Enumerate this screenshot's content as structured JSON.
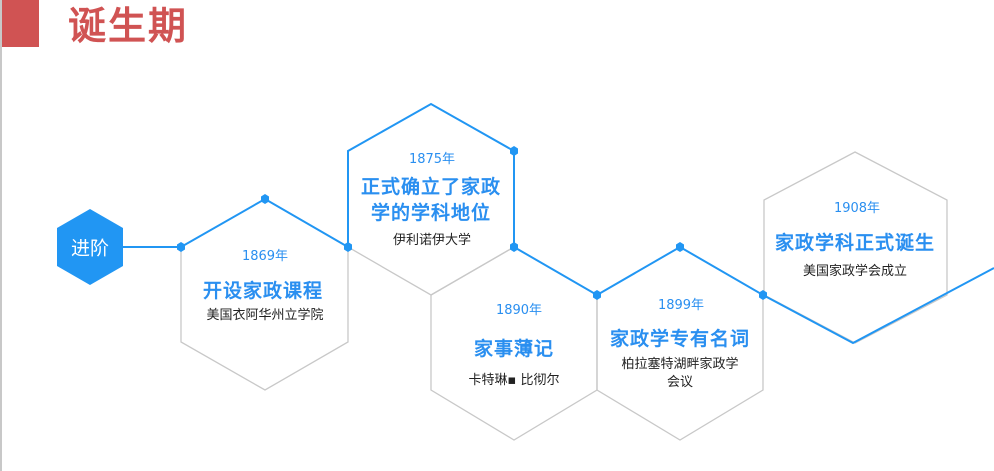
{
  "title": "诞生期",
  "start_label": "进阶",
  "colors": {
    "accent": "#2196f3",
    "title": "#d05353",
    "outline": "#c8c8c8"
  },
  "events": [
    {
      "year": "1869年",
      "heading": "开设家政课程",
      "detail": "美国衣阿华州立学院"
    },
    {
      "year": "1875年",
      "heading": "正式确立了家政学的学科地位",
      "heading_lines": [
        "正式确立了家政",
        "学的学科地位"
      ],
      "detail": "伊利诺伊大学"
    },
    {
      "year": "1890年",
      "heading": "家事薄记",
      "detail": "卡特琳▪ 比彻尔"
    },
    {
      "year": "1899年",
      "heading": "家政学专有名词",
      "detail": "柏拉塞特湖畔家政学会议",
      "detail_lines": [
        "柏拉塞特湖畔家政学",
        "会议"
      ]
    },
    {
      "year": "1908年",
      "heading": "家政学科正式诞生",
      "detail": "美国家政学会成立"
    }
  ]
}
